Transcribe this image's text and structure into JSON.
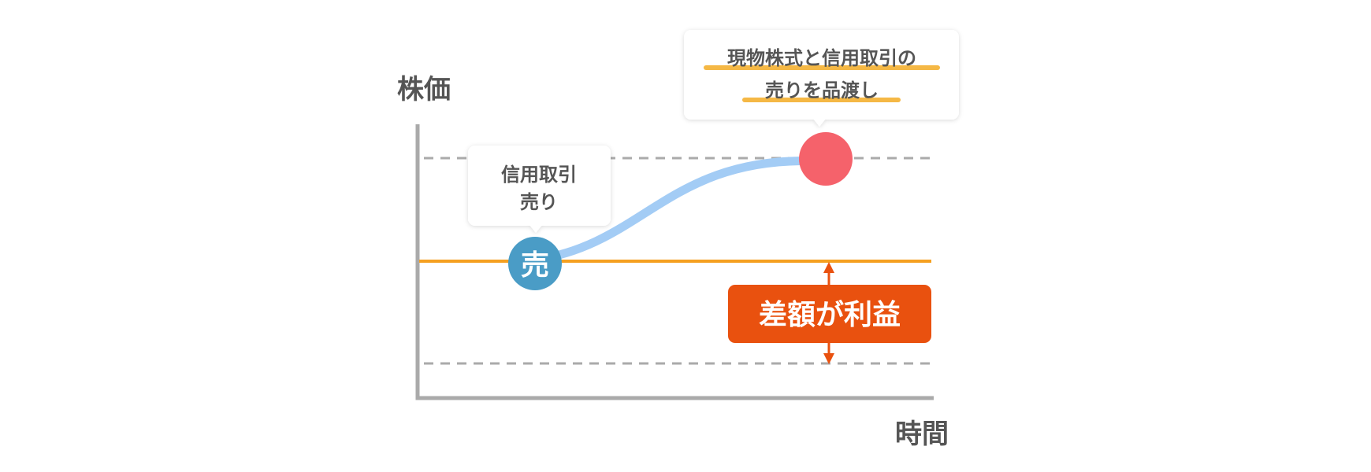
{
  "axes": {
    "y_label": "株価",
    "x_label": "時間"
  },
  "callout_sell": {
    "line1": "信用取引",
    "line2": "売り"
  },
  "sell_marker": {
    "label": "売"
  },
  "callout_delivery": {
    "line1": "現物株式と信用取引の",
    "line2": "売りを品渡し"
  },
  "profit_badge": {
    "label": "差額が利益"
  },
  "colors": {
    "axis": "#aaaaaa",
    "dashed": "#aaaaaa",
    "sell_line": "#f5a020",
    "curve": "#a3ccf5",
    "sell_marker": "#4a9cc6",
    "high_marker": "#f5626b",
    "badge": "#e9510f",
    "highlight": "#f5b845",
    "text": "#555555"
  }
}
